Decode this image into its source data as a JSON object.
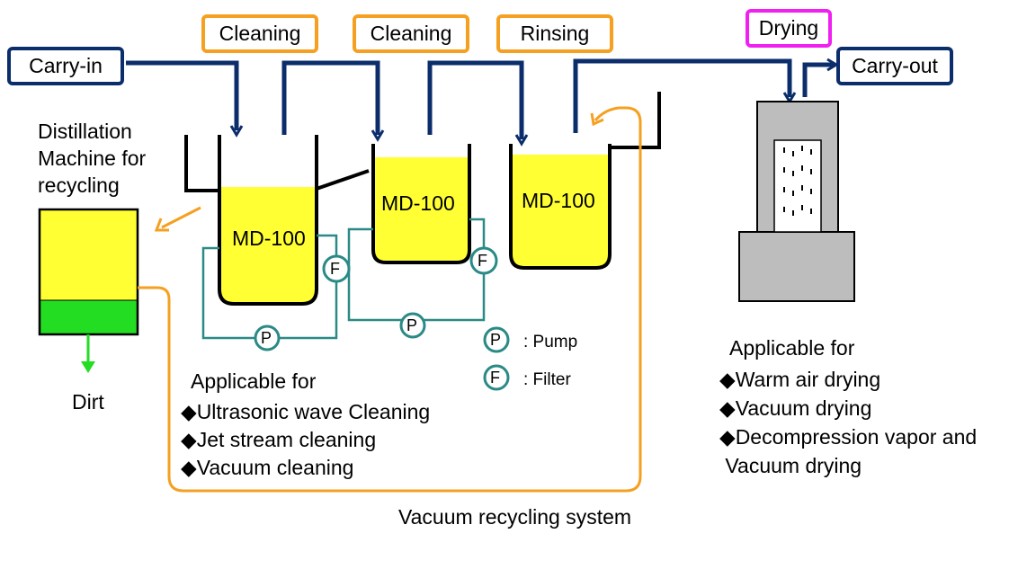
{
  "stages": {
    "carry_in": "Carry-in",
    "cleaning_1": "Cleaning",
    "cleaning_2": "Cleaning",
    "rinsing": "Rinsing",
    "drying": "Drying",
    "carry_out": "Carry-out"
  },
  "tanks": {
    "tank_1": "MD-100",
    "tank_2": "MD-100",
    "tank_3": "MD-100"
  },
  "distillation": {
    "line1": "Distillation",
    "line2": "Machine for",
    "line3": "recycling",
    "dirt": "Dirt"
  },
  "pump_filter": {
    "pump_symbol": "P",
    "filter_symbol": "F"
  },
  "legend": {
    "pump_symbol": "P",
    "pump_label": ": Pump",
    "filter_symbol": "F",
    "filter_label": ": Filter"
  },
  "cleaning_applicable": {
    "heading": "Applicable for",
    "items": [
      "◆Ultrasonic wave Cleaning",
      "◆Jet stream cleaning",
      "◆Vacuum cleaning"
    ]
  },
  "drying_applicable": {
    "heading": "Applicable for",
    "items": [
      "◆Warm air drying",
      "◆Vacuum drying",
      "◆Decompression vapor and",
      " Vacuum drying"
    ]
  },
  "recycling_label": "Vacuum recycling system",
  "colors": {
    "navy": "#0c2d6b",
    "orange": "#f5a020",
    "magenta": "#f020f0",
    "teal": "#2a8a86",
    "yellow": "#ffff33",
    "green": "#22dd22",
    "gray": "#bdbdbd"
  }
}
